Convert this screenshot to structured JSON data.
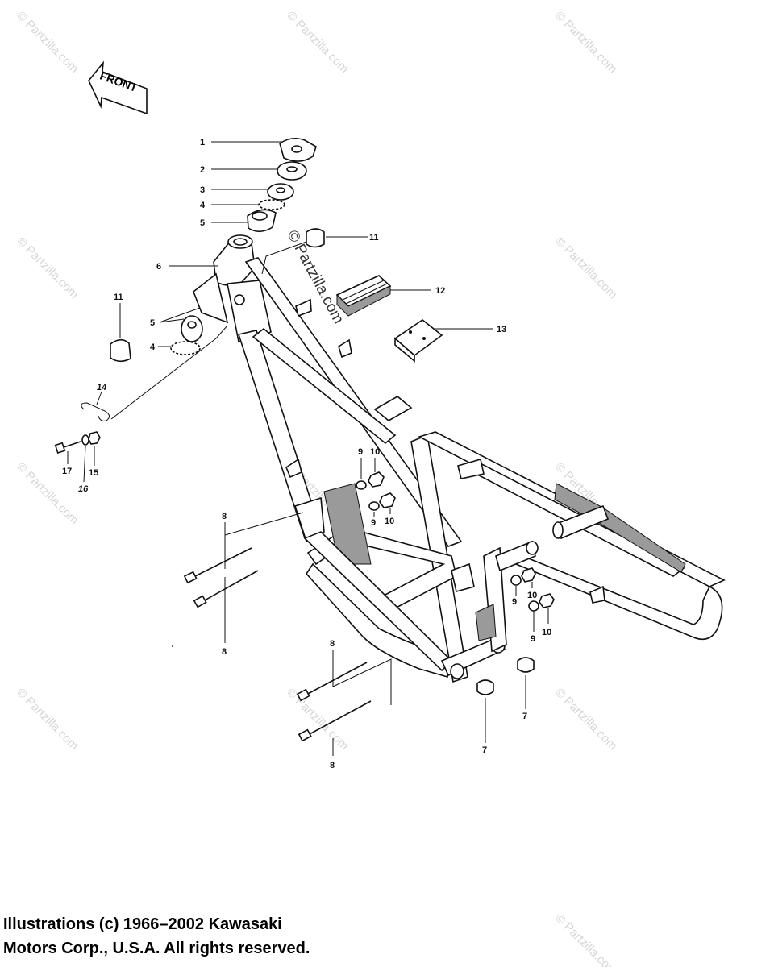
{
  "front_arrow": {
    "label": "FRONT"
  },
  "watermark": {
    "text": "© Partzilla.com"
  },
  "callouts": {
    "c1": "1",
    "c2": "2",
    "c3": "3",
    "c4a": "4",
    "c5a": "5",
    "c6": "6",
    "c11a": "11",
    "c12": "12",
    "c13": "13",
    "c11b": "11",
    "c5b": "5",
    "c4b": "4",
    "c14": "14",
    "c17": "17",
    "c16": "16",
    "c15": "15",
    "c9a": "9",
    "c10a": "10",
    "c9b": "9",
    "c10b": "10",
    "c8a": "8",
    "c8b": "8",
    "c8c": "8",
    "c8d": "8",
    "c9c": "9",
    "c10c": "10",
    "c9d": "9",
    "c10d": "10",
    "c7a": "7",
    "c7b": "7"
  },
  "copyright": {
    "line1": "Illustrations (c) 1966–2002 Kawasaki",
    "line2": "Motors Corp., U.S.A.  All rights reserved."
  }
}
